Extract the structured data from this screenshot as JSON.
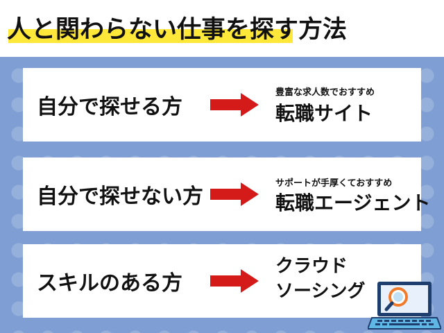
{
  "title": "人と関わらない仕事を探す方法",
  "rows": [
    {
      "label": "自分で探せる方",
      "sub": "豊富な求人数でおすすめ",
      "main": "転職サイト"
    },
    {
      "label": "自分で探せない方",
      "sub": "サポートが手厚くておすすめ",
      "main": "転職エージェント"
    },
    {
      "label": "スキルのある方",
      "main_line1": "クラウド",
      "main_line2": "ソーシング"
    }
  ],
  "icons": {
    "arrow": "right-arrow-icon",
    "laptop": "laptop-search-icon"
  },
  "colors": {
    "highlight": "#ffe83a",
    "panel": "#7f9fd4",
    "arrow": "#d51a1a",
    "card": "#ffffff"
  }
}
